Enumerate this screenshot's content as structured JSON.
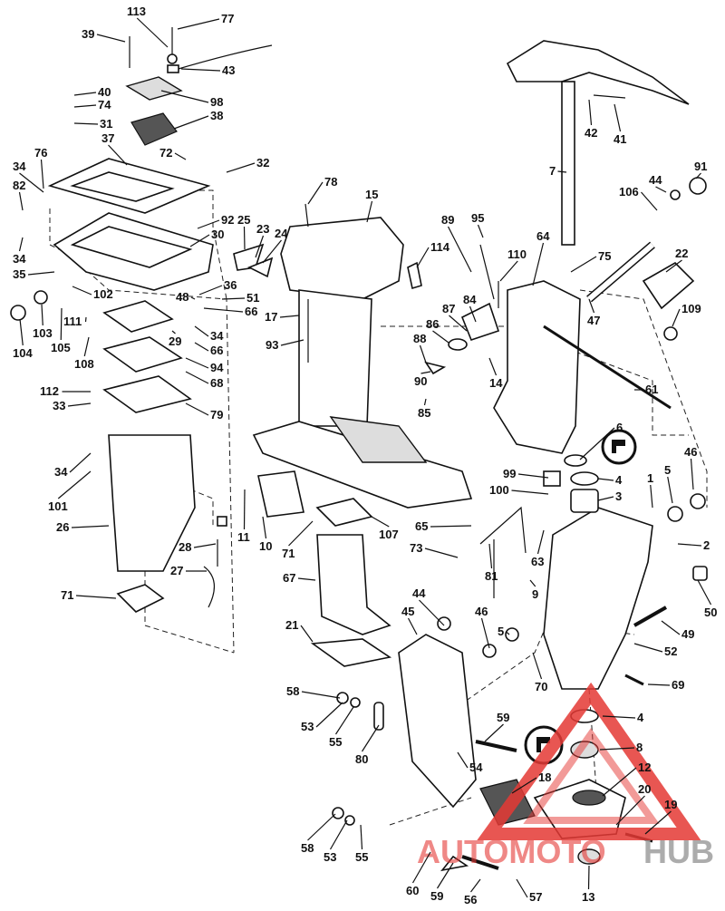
{
  "diagram": {
    "labels": [
      "113",
      "77",
      "39",
      "43",
      "40",
      "98",
      "74",
      "31",
      "38",
      "37",
      "76",
      "72",
      "32",
      "34",
      "82",
      "34",
      "92",
      "25",
      "23",
      "24",
      "30",
      "78",
      "15",
      "89",
      "95",
      "114",
      "110",
      "64",
      "7",
      "42",
      "41",
      "44",
      "91",
      "106",
      "22",
      "75",
      "47",
      "109",
      "35",
      "102",
      "36",
      "66",
      "51",
      "48",
      "17",
      "93",
      "104",
      "103",
      "105",
      "111",
      "29",
      "66",
      "34",
      "108",
      "94",
      "68",
      "112",
      "33",
      "79",
      "84",
      "87",
      "86",
      "88",
      "90",
      "14",
      "85",
      "61",
      "6",
      "46",
      "5",
      "34",
      "101",
      "26",
      "99",
      "100",
      "4",
      "3",
      "1",
      "28",
      "27",
      "71",
      "11",
      "10",
      "71",
      "107",
      "65",
      "73",
      "63",
      "81",
      "9",
      "2",
      "67",
      "21",
      "44",
      "45",
      "46",
      "5",
      "50",
      "49",
      "52",
      "70",
      "69",
      "58",
      "53",
      "55",
      "80",
      "59",
      "54",
      "4",
      "8",
      "18",
      "12",
      "20",
      "19",
      "58",
      "53",
      "55",
      "60",
      "59",
      "56",
      "57",
      "13"
    ],
    "watermark_auto": "AUTOMOTO",
    "watermark_hub": "HUB"
  }
}
